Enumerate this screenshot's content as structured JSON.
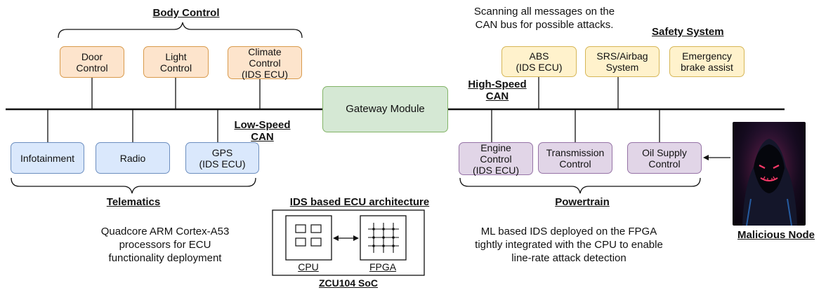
{
  "groups": {
    "body_control": "Body Control",
    "safety_system": "Safety System",
    "telematics": "Telematics",
    "powertrain": "Powertrain"
  },
  "buses": {
    "high_speed": "High-Speed\nCAN",
    "low_speed": "Low-Speed\nCAN"
  },
  "gateway": "Gateway Module",
  "ecus": {
    "door": "Door\nControl",
    "light": "Light\nControl",
    "climate": "Climate\nControl\n(IDS ECU)",
    "abs": "ABS\n(IDS ECU)",
    "srs": "SRS/Airbag\nSystem",
    "brake": "Emergency\nbrake assist",
    "infotainment": "Infotainment",
    "radio": "Radio",
    "gps": "GPS\n(IDS ECU)",
    "engine": "Engine\nControl\n(IDS ECU)",
    "transmission": "Transmission\nControl",
    "oil": "Oil Supply\nControl"
  },
  "notes": {
    "scanning": "Scanning all messages on the\nCAN bus for possible attacks.",
    "cpu_note": "Quadcore ARM Cortex-A53\nprocessors for ECU\nfunctionality deployment",
    "fpga_note": "ML based IDS deployed on the FPGA\ntightly integrated with the CPU to enable\nline-rate attack detection"
  },
  "ids_arch": {
    "title": "IDS based ECU architecture",
    "cpu": "CPU",
    "fpga": "FPGA",
    "soc": "ZCU104 SoC"
  },
  "malicious": "Malicious Node",
  "colors": {
    "orange_fill": "#fde4cc",
    "yellow_fill": "#fff2cc",
    "blue_fill": "#dae8fc",
    "purple_fill": "#e1d5e7",
    "green_fill": "#d5e8d4"
  }
}
